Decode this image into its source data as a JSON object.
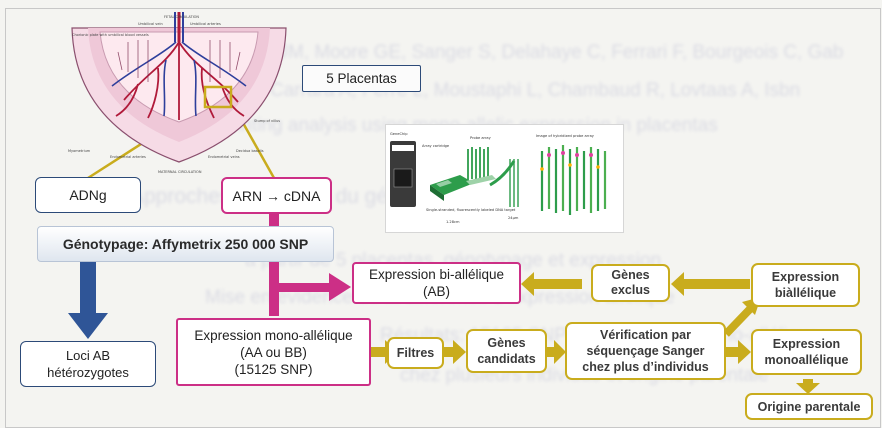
{
  "placenta_title": "5 Placentas",
  "adng": "ADNg",
  "arn_cdna": "ARN → cDNA",
  "genotypage": "Génotypage: Affymetrix 250 000 SNP",
  "loci_ab": [
    "Loci AB",
    "hétérozygotes"
  ],
  "mono_allelic": [
    "Expression mono-allélique",
    "(AA ou BB)",
    "(15125 SNP)"
  ],
  "bi_allelic": [
    "Expression bi-allélique",
    "(AB)"
  ],
  "genes_exclus": [
    "Gènes",
    "exclus"
  ],
  "expression_biallelique": [
    "Expression",
    "biàllélique"
  ],
  "filtres": "Filtres",
  "genes_candidats": [
    "Gènes",
    "candidats"
  ],
  "verification": [
    "Vérification par",
    "séquençage Sanger",
    "chez plus d’individus"
  ],
  "expression_monoallelique": [
    "Expression",
    "monoallélique"
  ],
  "origine_parentale": "Origine parentale",
  "placenta_labels": {
    "top1": "FETAL CIRCULATION",
    "top2": "Umbilical vein",
    "top3": "Umbilical arteries",
    "top4": "Chorionic plate with umbilical blood vessels",
    "bottom": "MATERNAL CIRCULATION",
    "bl1": "Myometrium",
    "bl2": "Endometrial arteries",
    "bl3": "Endometrial veins",
    "bl4": "Decidua basalis",
    "br": "Stump of villus"
  },
  "array_labels": {
    "a1": "GeneChip",
    "a2": "Array cartridge",
    "a3": "Probe array",
    "a4": "Single-stranded, fluorescently labeled DNA target",
    "a5": "Image of hybridized probe array",
    "a6": "1.28cm",
    "a7": "24µm"
  },
  "background_lines": [
    "Frost JM, Moore GE, Sanger S, Delahaye C, Ferrari F, Bourgeois C, Gab",
    "Carrara A, Ferré L, Moustaphi L, Chambaud R, Lovtaas A, Isbn",
    "Multi-loci imprinting analysis using mono-allelic expression in placentas",
    "Approches à l’échelle du génome entier dans le tissu",
    "à partir de 5 placentas, génotypage et expression",
    "Mise en évidence de la différence d’expression allélique",
    "Résultats: 15125 SNP en expression mono-allélique",
    "chez plusieurs individus et origine parentale"
  ]
}
